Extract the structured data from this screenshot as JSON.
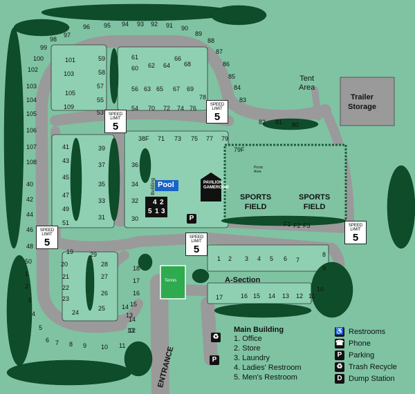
{
  "labels": {
    "tent_area": "Tent\nArea",
    "trailer_storage": "Trailer\nStorage",
    "pool": "Pool",
    "pavilion": "PAVILION\nGAMEROOM",
    "sports_field_1": "SPORTS\nFIELD",
    "sports_field_2": "SPORTS\nFIELD",
    "main_building_vertical": "Main Building",
    "a_section": "A-Section",
    "entrance": "ENTRANCE",
    "picnic_area": "Picnic\nArea",
    "tennis": "Tennis"
  },
  "speed_limit": {
    "title": "SPEED\nLIMIT",
    "value": "5"
  },
  "main_building_list": {
    "title": "Main Building",
    "items": [
      "1. Office",
      "2. Store",
      "3. Laundry",
      "4. Ladies' Restroom",
      "5. Men's Restroom"
    ]
  },
  "legend": [
    {
      "icon": "restroom-icon",
      "glyph": "♿",
      "label": "Restrooms"
    },
    {
      "icon": "phone-icon",
      "glyph": "☎",
      "label": "Phone"
    },
    {
      "icon": "parking-icon",
      "glyph": "P",
      "label": "Parking"
    },
    {
      "icon": "recycle-icon",
      "glyph": "♻",
      "label": "Trash Recycle"
    },
    {
      "icon": "dump-station-icon",
      "glyph": "D",
      "label": "Dump Station"
    }
  ],
  "sites": {
    "top_arc": [
      "96",
      "95",
      "94",
      "93",
      "92",
      "91",
      "90",
      "89",
      "88",
      "87",
      "86",
      "85",
      "84",
      "83",
      "82",
      "81",
      "80"
    ],
    "left_arc": [
      "97",
      "98",
      "99",
      "100",
      "102",
      "103",
      "104",
      "105",
      "106",
      "107",
      "108",
      "40",
      "42",
      "44",
      "46",
      "48",
      "50",
      "1",
      "2",
      "3",
      "4",
      "5",
      "6",
      "7",
      "8",
      "9",
      "10",
      "11",
      "12",
      "13",
      "14"
    ],
    "inner_a": [
      "101",
      "103",
      "105",
      "109",
      "59",
      "58",
      "57",
      "55",
      "53"
    ],
    "inner_b": [
      "61",
      "60",
      "62",
      "64",
      "66",
      "68",
      "56",
      "63",
      "65",
      "67",
      "69",
      "78",
      "54",
      "70",
      "72",
      "74",
      "76"
    ],
    "row_71": [
      "38F",
      "71",
      "73",
      "75",
      "77",
      "79",
      "79F"
    ],
    "mid_left": [
      "41",
      "43",
      "45",
      "47",
      "49",
      "51",
      "39",
      "37",
      "35",
      "33",
      "31"
    ],
    "mid_right": [
      "36",
      "34",
      "32",
      "30"
    ],
    "a_section_top": [
      "1",
      "2",
      "3",
      "4",
      "5",
      "6",
      "7"
    ],
    "a_section_right": [
      "8",
      "9",
      "10",
      "11"
    ],
    "a_section_bottom": [
      "17",
      "16",
      "15",
      "14",
      "13",
      "12"
    ],
    "lower_loop": [
      "19",
      "20",
      "21",
      "22",
      "23",
      "24",
      "29",
      "28",
      "27",
      "26",
      "25",
      "18",
      "17",
      "16",
      "15",
      "14",
      "13"
    ],
    "fields": [
      "F1",
      "F2",
      "F3"
    ]
  },
  "main_building_numbers": [
    "4",
    "2",
    "5",
    "1",
    "3"
  ]
}
